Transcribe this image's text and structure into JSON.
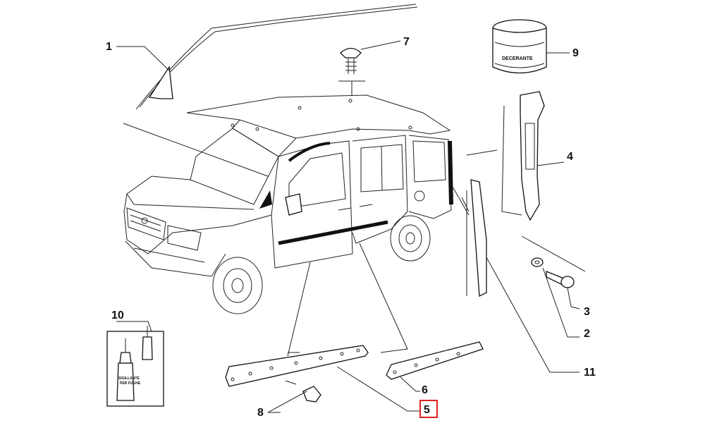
{
  "callouts": {
    "c1": "1",
    "c2": "2",
    "c3": "3",
    "c4": "4",
    "c5": "5",
    "c6": "6",
    "c7": "7",
    "c8": "8",
    "c9": "9",
    "c10": "10",
    "c11": "11"
  },
  "jar_label": "DECERANTE",
  "bottle_label_1": "SIGILLANTE",
  "bottle_label_2": "PER FUGHE",
  "highlight": {
    "callout": "5",
    "color": "#e02020"
  }
}
